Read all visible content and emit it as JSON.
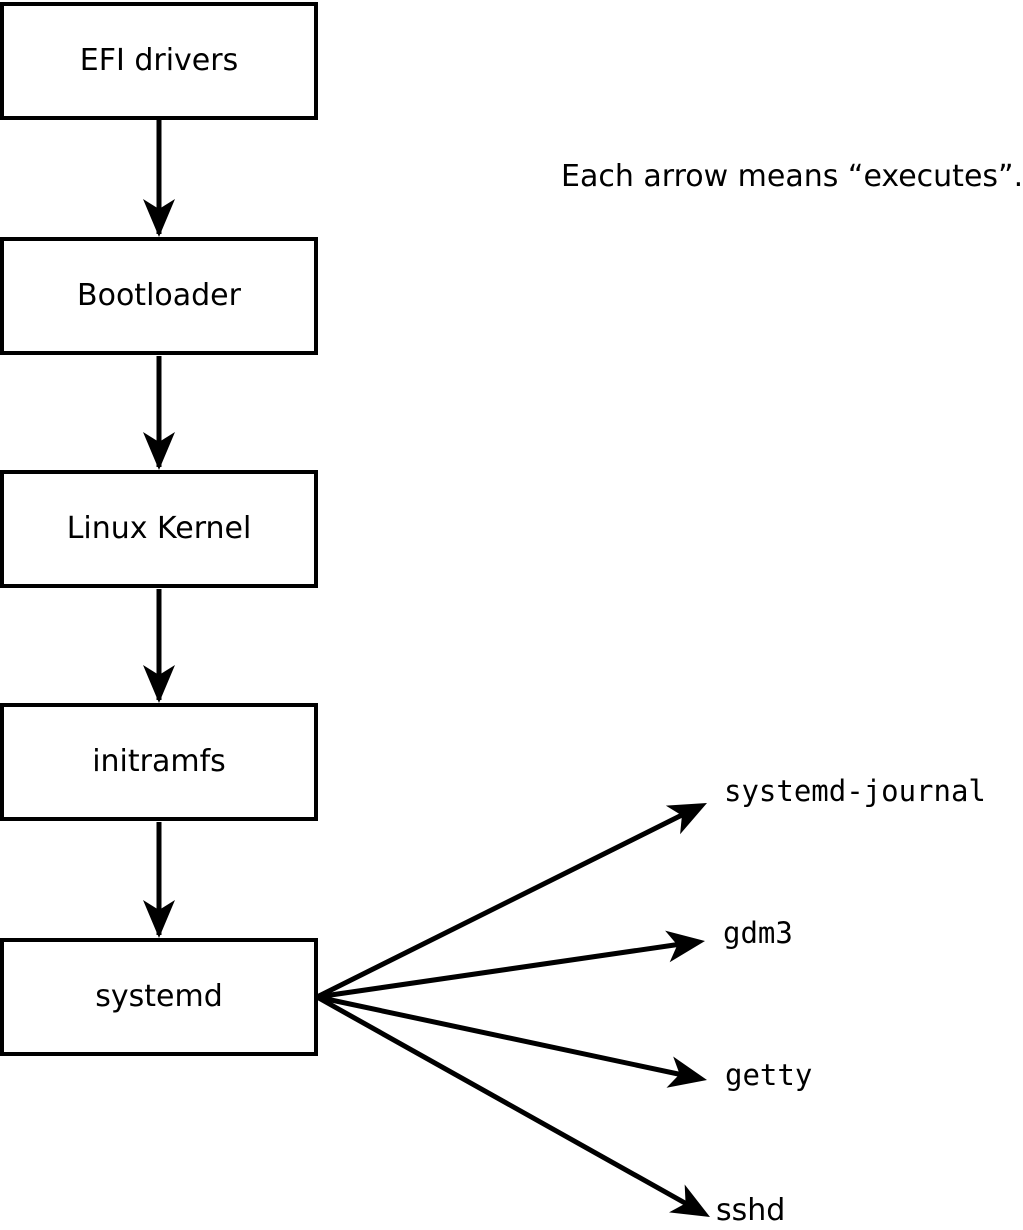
{
  "annotation": {
    "text": "Each arrow means “executes”."
  },
  "edge_meaning": "executes",
  "nodes": {
    "efi": {
      "label": "EFI drivers"
    },
    "bootloader": {
      "label": "Bootloader"
    },
    "kernel": {
      "label": "Linux Kernel"
    },
    "initramfs": {
      "label": "initramfs"
    },
    "systemd": {
      "label": "systemd"
    }
  },
  "processes": {
    "journal": {
      "label": "systemd-journal"
    },
    "gdm3": {
      "label": "gdm3"
    },
    "getty": {
      "label": "getty"
    },
    "sshd": {
      "label": "sshd"
    }
  },
  "colors": {
    "ink": "#000000",
    "background": "#ffffff",
    "box_fill": "#ffffff"
  }
}
